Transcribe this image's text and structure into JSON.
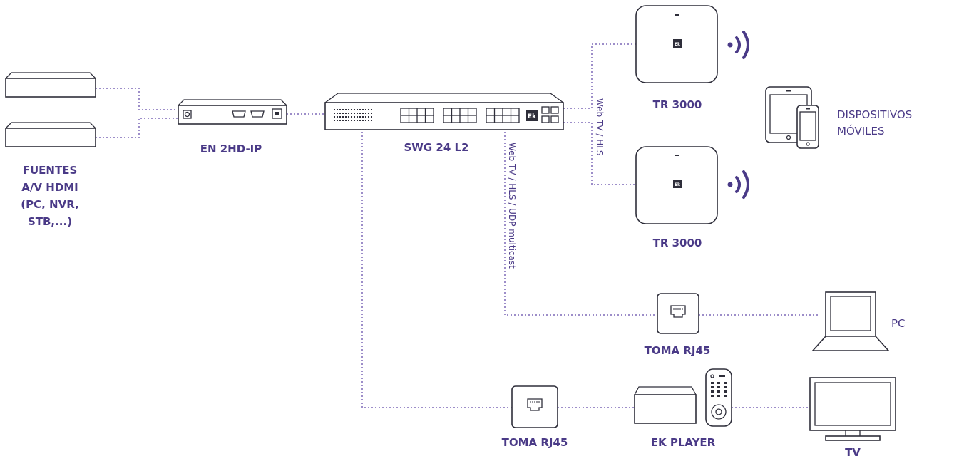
{
  "colors": {
    "label": "#4a3a87",
    "connection": "#9d8ec9",
    "outline": "#2e2e3a"
  },
  "labels": {
    "sources": [
      "FUENTES",
      "A/V HDMI",
      "(PC, NVR,",
      "STB,...)"
    ],
    "encoder": "EN 2HD-IP",
    "switch": "SWG 24 L2",
    "access_point_top": "TR 3000",
    "access_point_bottom": "TR 3000",
    "mobile_devices": [
      "DISPOSITIVOS",
      "MÓVILES"
    ],
    "pc": "PC",
    "rj45_upper": "TOMA RJ45",
    "rj45_lower": "TOMA RJ45",
    "player": "EK PLAYER",
    "tv": "TV",
    "logo": "Ek"
  },
  "edge_labels": {
    "to_access_points": "Web TV / HLS",
    "to_pc": "Web TV / HLS / UDP multicast"
  },
  "icons": [
    "hdmi-source-box-icon",
    "encoder-icon",
    "switch-icon",
    "access-point-icon",
    "wifi-waves-icon",
    "tablet-icon",
    "smartphone-icon",
    "rj45-socket-icon",
    "laptop-icon",
    "set-top-box-icon",
    "remote-control-icon",
    "tv-icon"
  ]
}
